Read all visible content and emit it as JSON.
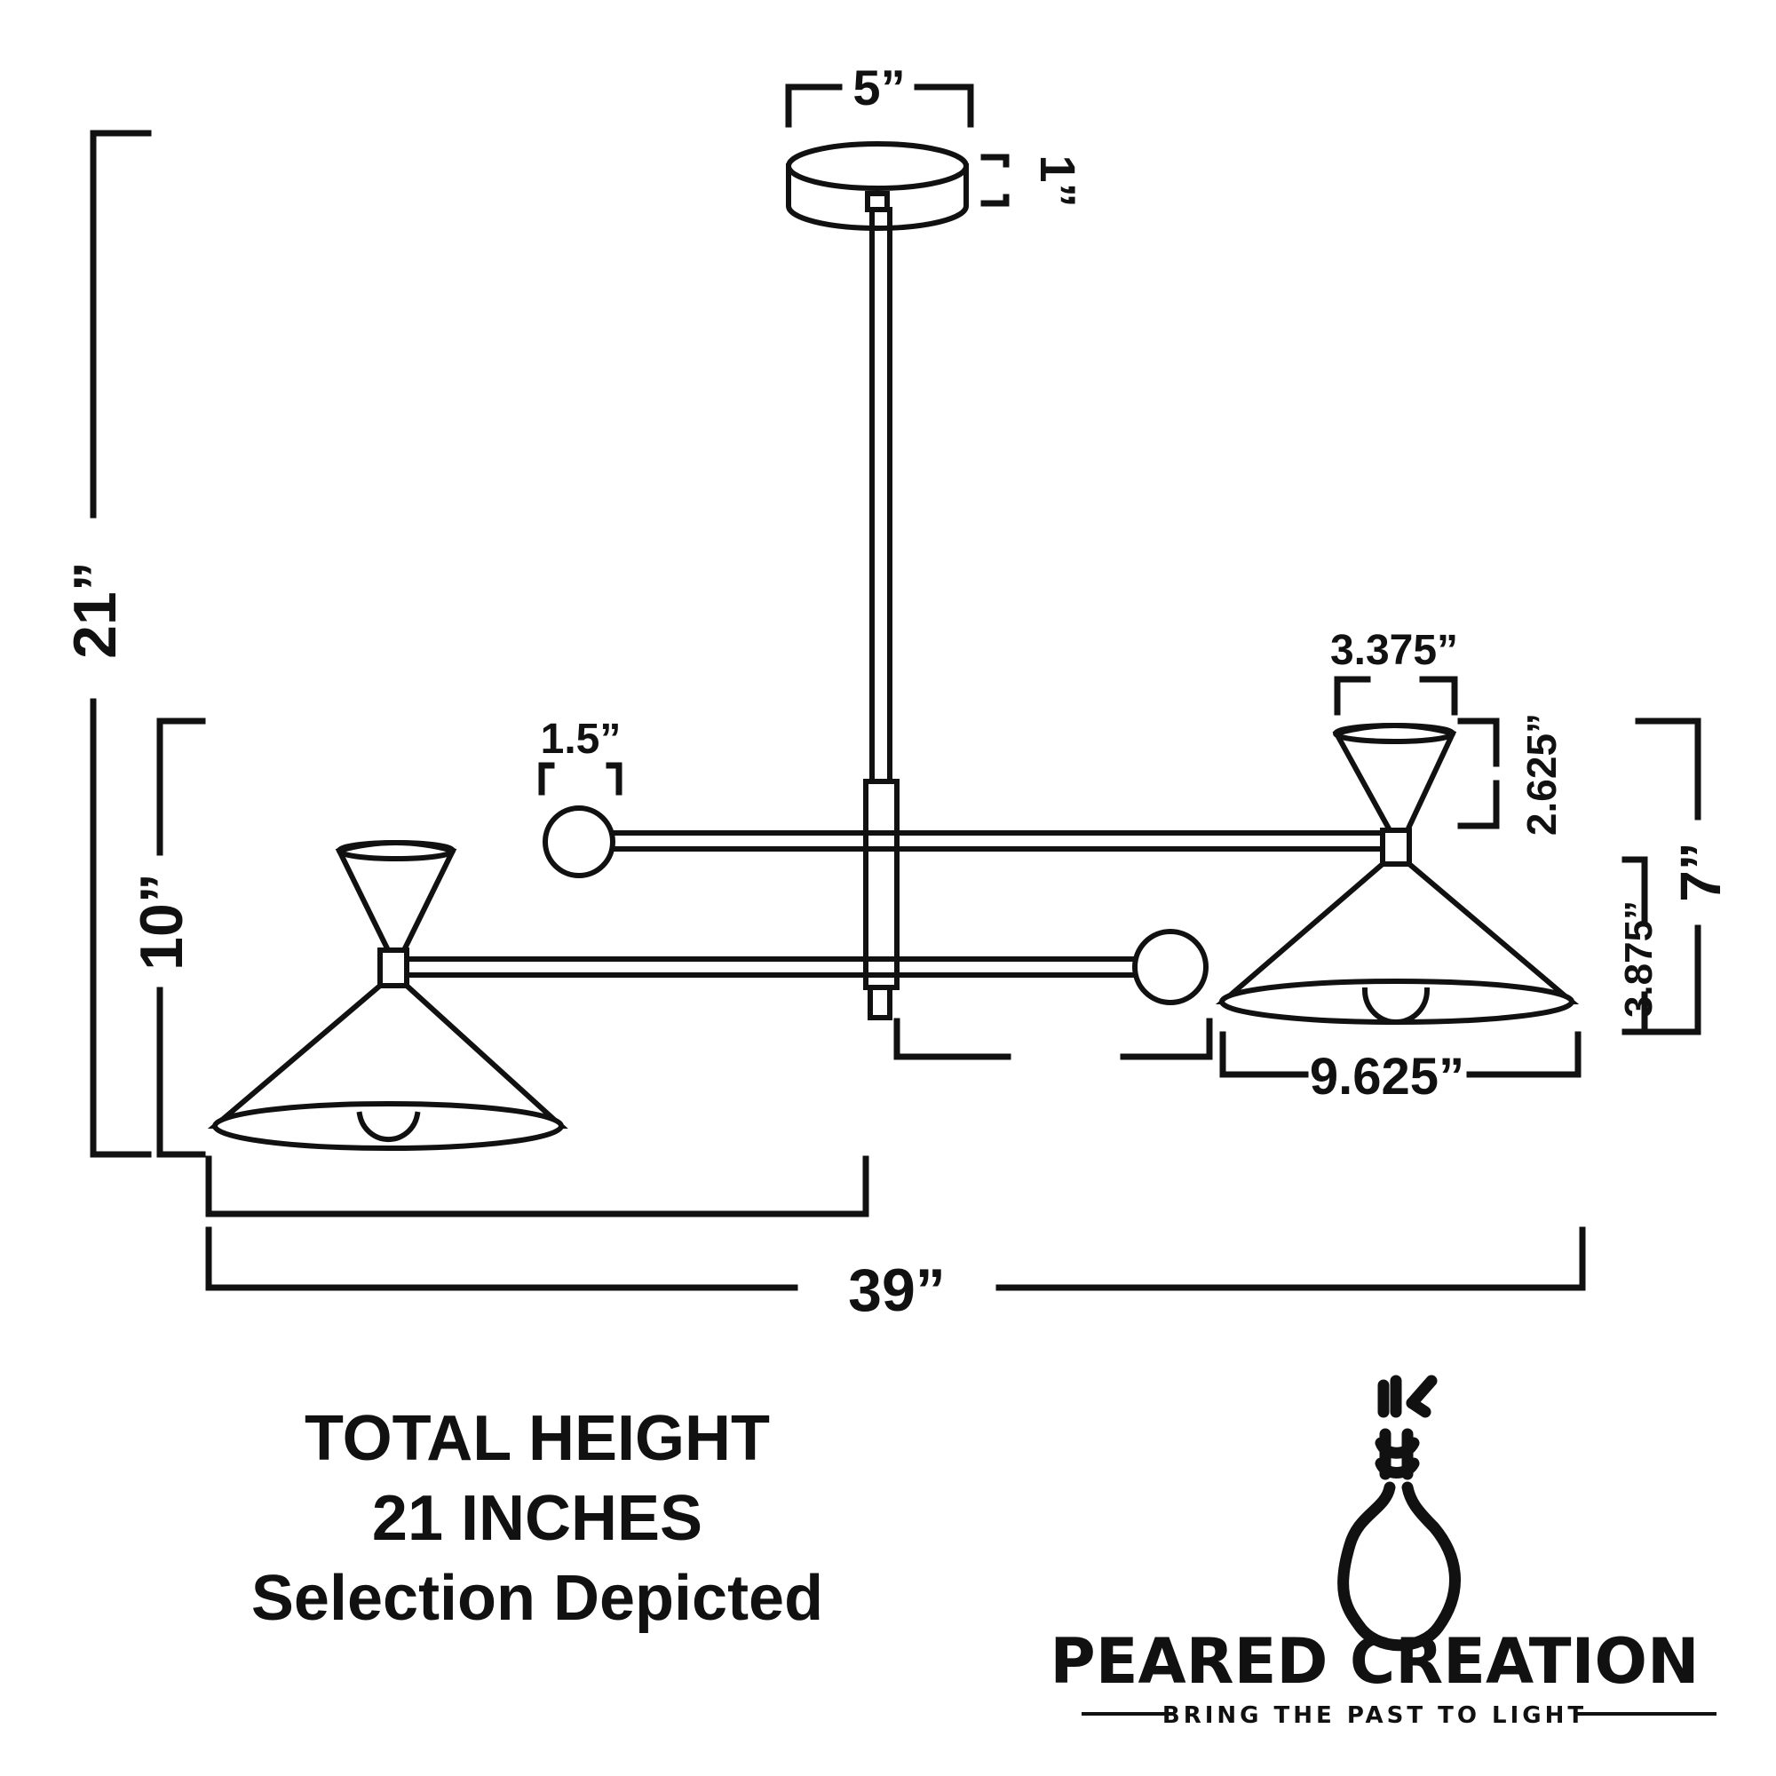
{
  "dimensions": {
    "canopy_width": "5”",
    "canopy_height": "1”",
    "total_height": "21”",
    "left_drop": "10”",
    "ball_diameter": "1.5”",
    "top_shade_width": "3.375”",
    "top_shade_height": "2.625”",
    "bottom_shade_height": "3.875”",
    "shade_total_height": "7”",
    "shade_width": "9.625”",
    "overall_width": "39”"
  },
  "caption": {
    "line1": "TOTAL HEIGHT",
    "line2": "21 INCHES",
    "line3": "Selection Depicted"
  },
  "brand": {
    "name": "PEARED CREATION",
    "tagline": "BRING THE PAST TO LIGHT"
  },
  "colors": {
    "ink": "#111111",
    "background": "#ffffff"
  }
}
